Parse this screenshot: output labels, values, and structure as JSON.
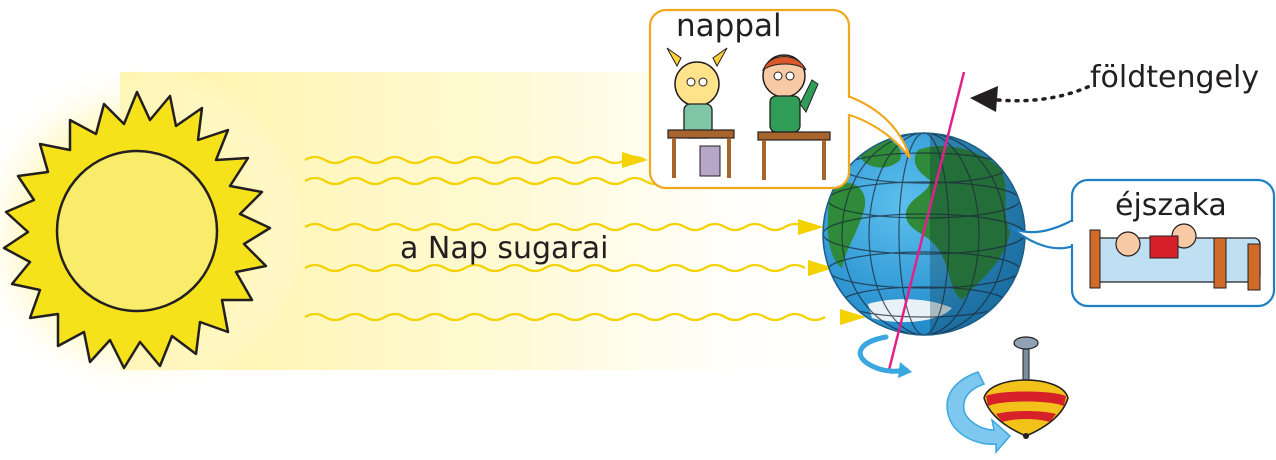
{
  "labels": {
    "day": "nappal",
    "night": "éjszaka",
    "axis": "földtengely",
    "sun_rays": "a Nap sugarai"
  },
  "colors": {
    "sun_fill": "#f6e21a",
    "sun_glow": "#fff7b0",
    "ray": "#f3d200",
    "ocean": "#2a97d6",
    "land": "#2f8a3a",
    "grid": "#1d2a3a",
    "axis_line": "#e0218a",
    "day_bubble_border": "#f2a81d",
    "night_bubble_border": "#1f7fc4",
    "rotation_arrow": "#3aa7e0"
  },
  "icons": [
    "sun-icon",
    "earth-globe-icon",
    "spinning-top-icon",
    "children-at-desks-icon",
    "children-sleeping-icon",
    "rotation-arrow-icon"
  ]
}
